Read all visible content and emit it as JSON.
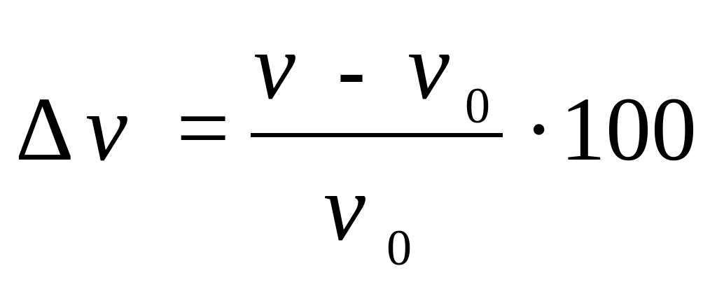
{
  "formula": {
    "lhs_delta": "Δ",
    "lhs_nu": "ν",
    "equals": "=",
    "numerator": {
      "nu": "ν",
      "minus": "-",
      "nu0": "ν",
      "sub0": "0"
    },
    "denominator": {
      "nu0": "ν",
      "sub0": "0"
    },
    "multiply_dot": "·",
    "factor": "100"
  }
}
